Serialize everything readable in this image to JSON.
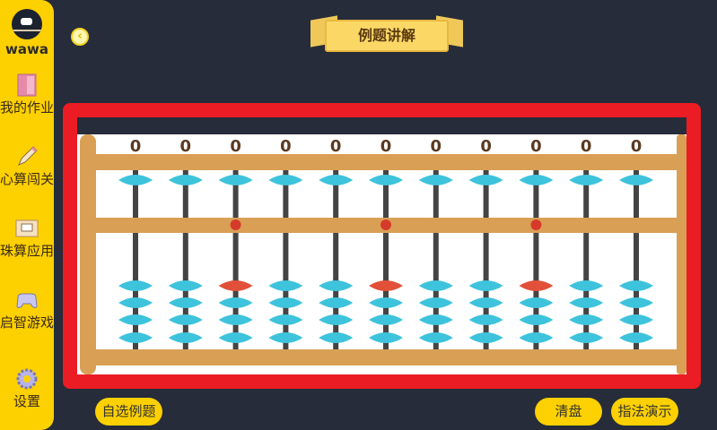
{
  "sidebar": {
    "username": "wawa",
    "items": [
      {
        "label": "我的作业",
        "icon": "homework-book-icon"
      },
      {
        "label": "心算闯关",
        "icon": "pencil-icon"
      },
      {
        "label": "珠算应用",
        "icon": "abacus-book-icon"
      },
      {
        "label": "启智游戏",
        "icon": "gamepad-icon"
      },
      {
        "label": "设置",
        "icon": "gear-icon"
      }
    ]
  },
  "header": {
    "title": "例题讲解",
    "back_icon": "back-chevron-icon"
  },
  "abacus": {
    "digits": [
      "0",
      "0",
      "0",
      "0",
      "0",
      "0",
      "0",
      "0",
      "0",
      "0",
      "0"
    ],
    "marked_columns": [
      2,
      5,
      8
    ],
    "colors": {
      "bead": "#3ec3dc",
      "marked_bead": "#e2503a",
      "frame": "#d9a055",
      "border": "#ec1c24"
    }
  },
  "footer": {
    "choose_example": "自选例题",
    "clear": "清盘",
    "fingering_demo": "指法演示"
  }
}
